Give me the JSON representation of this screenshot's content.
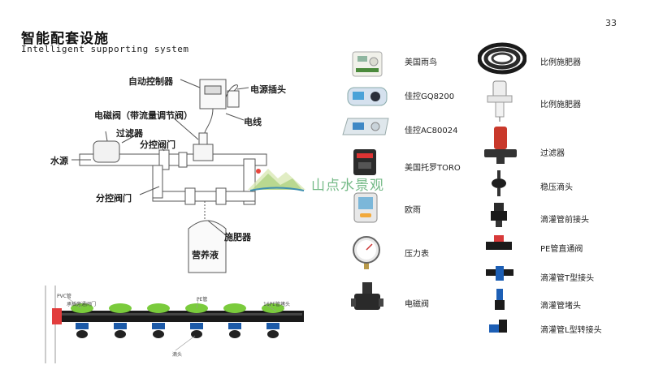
{
  "page_number": "33",
  "title": "智能配套设施",
  "subtitle": "Intelligent supporting system",
  "diagram": {
    "labels": {
      "auto_controller": "自动控制器",
      "power_socket": "电源插头",
      "solenoid_valve": "电磁阀（带流量调节阀）",
      "wire": "电线",
      "filter": "过滤器",
      "branch_valve_1": "分控阀门",
      "water_source": "水源",
      "branch_valve_2": "分控阀门",
      "fertilizer_applicator": "施肥器",
      "nutrient_solution": "营养液"
    }
  },
  "pipe_diagram": {
    "labels": {
      "pvc_pipe": "PVC管",
      "bypass_valve": "承插旁通阀门",
      "pe_pipe": "PE管",
      "pe_end_plug": "16PE管堵头",
      "dripper": "滴头"
    }
  },
  "watermark": "山点水景观",
  "products_left": [
    {
      "label": "美国雨鸟",
      "icon": "rainbird-controller-icon"
    },
    {
      "label": "佳控GQ8200",
      "icon": "gq8200-controller-icon"
    },
    {
      "label": "佳控AC80024",
      "icon": "ac80024-controller-icon"
    },
    {
      "label": "美国托罗TORO",
      "icon": "toro-controller-icon"
    },
    {
      "label": "欧雨",
      "icon": "ouyu-controller-icon"
    },
    {
      "label": "压力表",
      "icon": "pressure-gauge-icon"
    },
    {
      "label": "电磁阀",
      "icon": "solenoid-valve-icon"
    }
  ],
  "products_right": [
    {
      "label": "比例施肥器",
      "icon": "pipe-coil-icon"
    },
    {
      "label": "比例施肥器",
      "icon": "proportional-fertilizer-icon"
    },
    {
      "label": "过滤器",
      "icon": "filter-icon"
    },
    {
      "label": "稳压滴头",
      "icon": "pressure-dripper-icon"
    },
    {
      "label": "滴灌管前接头",
      "icon": "drip-front-connector-icon"
    },
    {
      "label": "PE管直通阀",
      "icon": "pe-straight-valve-icon"
    },
    {
      "label": "滴灌管T型接头",
      "icon": "drip-t-connector-icon"
    },
    {
      "label": "滴灌管堵头",
      "icon": "drip-end-plug-icon"
    },
    {
      "label": "滴灌管L型转接头",
      "icon": "drip-l-connector-icon"
    }
  ]
}
